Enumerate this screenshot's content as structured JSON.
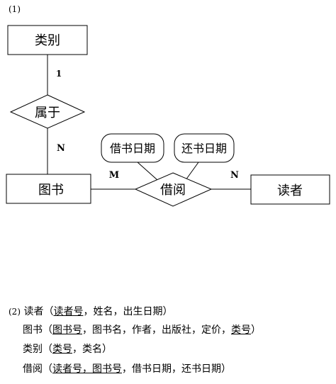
{
  "part1_label": "(1)",
  "diagram": {
    "entities": {
      "category": "类别",
      "book": "图书",
      "reader": "读者"
    },
    "relationships": {
      "belongs": "属于",
      "borrow": "借阅"
    },
    "attributes": {
      "borrow_date": "借书日期",
      "return_date": "还书日期"
    },
    "cardinalities": {
      "category_belongs": "1",
      "belongs_book": "N",
      "book_borrow": "M",
      "borrow_reader": "N"
    }
  },
  "schema": {
    "label": "(2)",
    "reader": {
      "name": "读者",
      "open": "（",
      "key": "读者号",
      "rest": "，姓名，出生日期）"
    },
    "book": {
      "name": "图书",
      "open": "（",
      "key": "图书号",
      "mid": "，图书名，作者，出版社，定价，",
      "fk": "类号",
      "close": "）"
    },
    "category": {
      "name": "类别",
      "open": "（",
      "key": "类号",
      "rest": "，类名）"
    },
    "borrow": {
      "name": "借阅",
      "open": "（",
      "key1": "读者号",
      "sep": "，",
      "key2": "图书号",
      "rest": "，借书日期，还书日期）"
    }
  }
}
